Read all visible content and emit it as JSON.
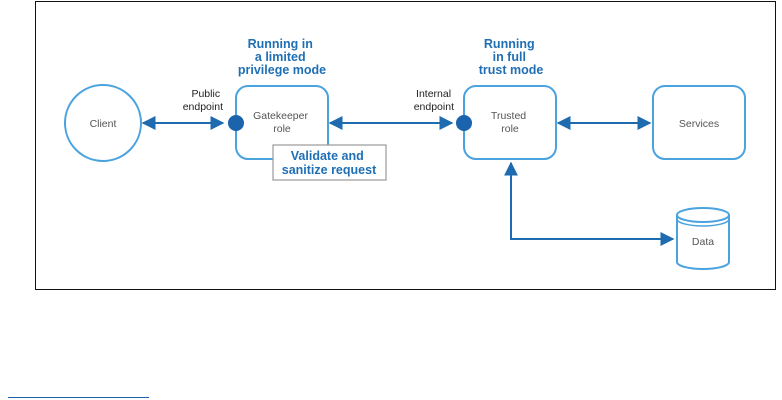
{
  "diagram": {
    "nodes": {
      "client": "Client",
      "gatekeeper": [
        "Gatekeeper",
        "role"
      ],
      "trusted": [
        "Trusted",
        "role"
      ],
      "services": "Services",
      "data": "Data"
    },
    "endpoints": {
      "public": [
        "Public",
        "endpoint"
      ],
      "internal": [
        "Internal",
        "endpoint"
      ]
    },
    "modes": {
      "limited": [
        "Running in",
        "a limited",
        "privilege mode"
      ],
      "full": [
        "Running",
        "in full",
        "trust mode"
      ]
    },
    "callout": [
      "Validate and",
      "sanitize request"
    ]
  },
  "colors": {
    "accent": "#1f6fb5",
    "node_stroke": "#4aa3df",
    "arrow": "#1e6bb0",
    "endpoint_dot": "#1b63ad",
    "node_text": "#555555",
    "frame": "#111111"
  }
}
